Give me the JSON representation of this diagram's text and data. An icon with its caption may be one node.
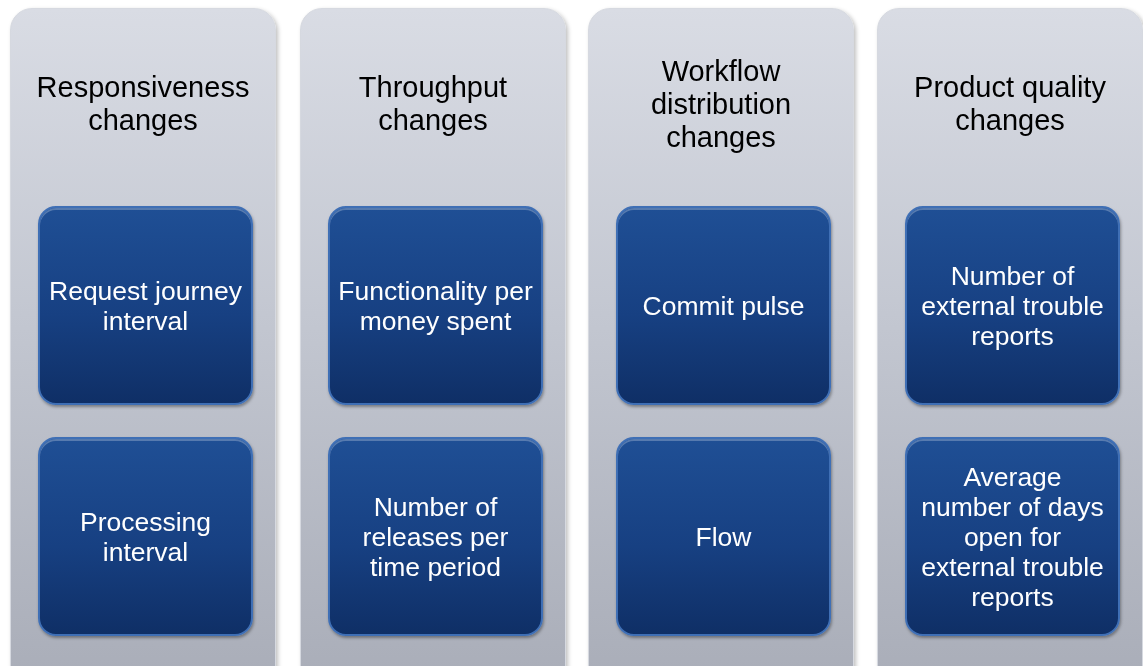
{
  "diagram": {
    "nodes": [
      {
        "text": [
          "Responsiveness changes"
        ]
      },
      {
        "text": [
          "Request journey interval"
        ],
        "in": 0
      },
      {
        "text": [
          "Processing interval"
        ],
        "in": 0
      },
      {
        "text": [
          "Throughput changes"
        ]
      },
      {
        "text": [
          "Functionality per money spent"
        ],
        "in": 3
      },
      {
        "text": [
          "Number of releases per time period"
        ],
        "in": 3
      },
      {
        "text": [
          "Workflow distribution changes"
        ]
      },
      {
        "text": [
          "Commit pulse"
        ],
        "in": 6
      },
      {
        "text": [
          "Flow"
        ],
        "in": 6
      },
      {
        "text": [
          "Product quality changes"
        ]
      },
      {
        "text": [
          "Number of external trouble reports"
        ],
        "in": 9
      },
      {
        "text": [
          "Average number of days open for external trouble reports"
        ],
        "in": 9
      }
    ]
  }
}
